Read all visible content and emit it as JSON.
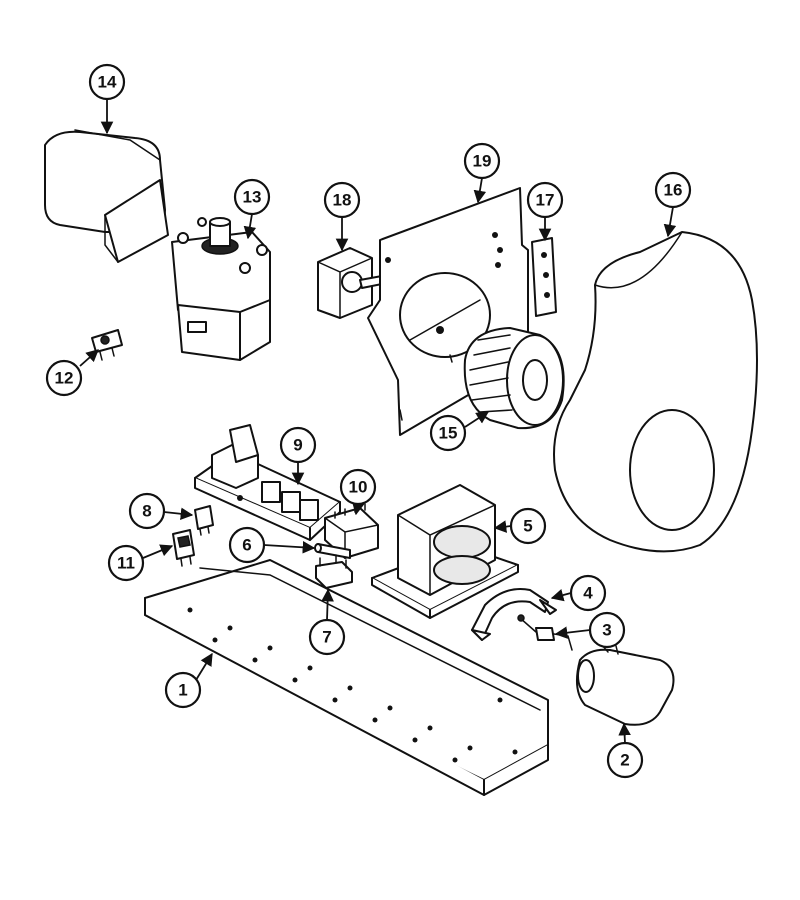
{
  "callouts": [
    {
      "id": "1",
      "label": "1"
    },
    {
      "id": "2",
      "label": "2"
    },
    {
      "id": "3",
      "label": "3"
    },
    {
      "id": "4",
      "label": "4"
    },
    {
      "id": "5",
      "label": "5"
    },
    {
      "id": "6",
      "label": "6"
    },
    {
      "id": "7",
      "label": "7"
    },
    {
      "id": "8",
      "label": "8"
    },
    {
      "id": "9",
      "label": "9"
    },
    {
      "id": "10",
      "label": "10"
    },
    {
      "id": "11",
      "label": "11"
    },
    {
      "id": "12",
      "label": "12"
    },
    {
      "id": "13",
      "label": "13"
    },
    {
      "id": "14",
      "label": "14"
    },
    {
      "id": "15",
      "label": "15"
    },
    {
      "id": "16",
      "label": "16"
    },
    {
      "id": "17",
      "label": "17"
    },
    {
      "id": "18",
      "label": "18"
    },
    {
      "id": "19",
      "label": "19"
    }
  ]
}
